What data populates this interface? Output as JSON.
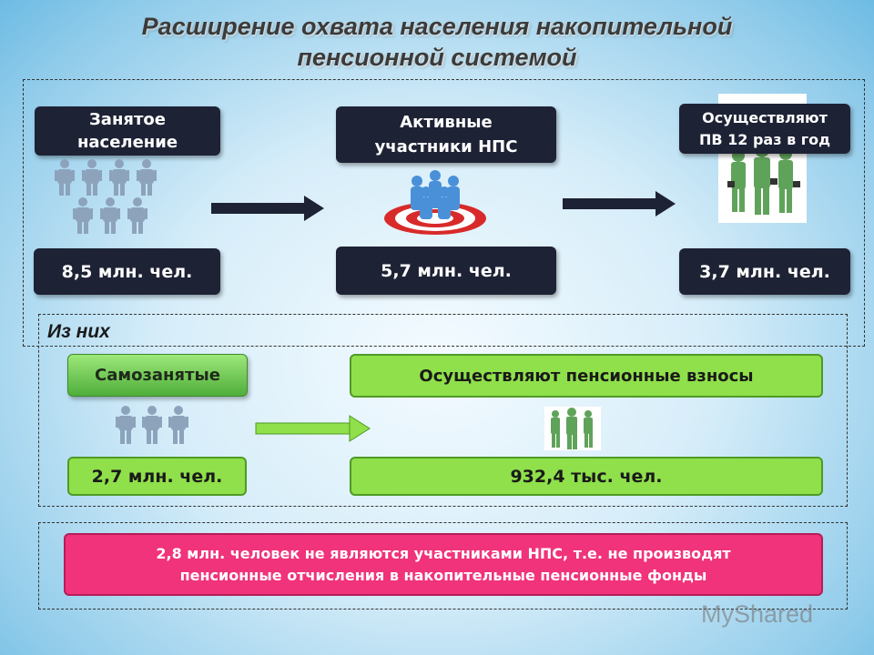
{
  "title": {
    "line1": "Расширение охвата населения накопительной",
    "line2": "пенсионной системой"
  },
  "top_row": {
    "employed": {
      "label_line1": "Занятое",
      "label_line2": "население",
      "value": "8,5 млн. чел."
    },
    "active": {
      "label_line1": "Активные",
      "label_line2": "участники НПС",
      "value": "5,7 млн. чел."
    },
    "paying": {
      "label_line1": "Осуществляют",
      "label_line2": "ПВ 12 раз в год",
      "value": "3,7 млн. чел."
    }
  },
  "of_them_label": "Из них",
  "middle_row": {
    "self_employed": {
      "label": "Самозанятые",
      "value": "2,7 млн. чел."
    },
    "contributors": {
      "label": "Осуществляют пенсионные взносы",
      "value": "932,4 тыс. чел."
    }
  },
  "bottom_note": {
    "line1": "2,8 млн. человек не являются участниками НПС, т.е. не производят",
    "line2": "пенсионные отчисления в накопительные пенсионные фонды"
  },
  "watermark": "MyShared",
  "colors": {
    "dark_box": "#1e2235",
    "green_box": "#8fe04a",
    "pink_box": "#f0337a",
    "people_icon": "#8da3bb",
    "green_people": "#5fa35a"
  }
}
